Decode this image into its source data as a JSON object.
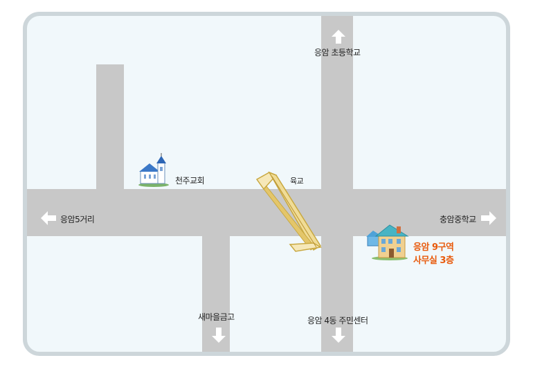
{
  "colors": {
    "road": "#c8c8c8",
    "background": "#f1f8fb",
    "frame": "#cdd6da",
    "highlight": "#e85a0c"
  },
  "labels": {
    "top_school": "응암 초등학교",
    "church": "천주교회",
    "overpass": "육교",
    "left_crossroad": "응암5거리",
    "right_school": "충암중학교",
    "destination_line1": "응암 9구역",
    "destination_line2": "사무실 3층",
    "bottom_left": "새마을금고",
    "bottom_right": "응암 4동 주민센터"
  },
  "icons": [
    "arrow-up-icon",
    "arrow-left-icon",
    "arrow-right-icon",
    "arrow-down-icon",
    "church-icon",
    "building-icon",
    "overpass-icon"
  ]
}
